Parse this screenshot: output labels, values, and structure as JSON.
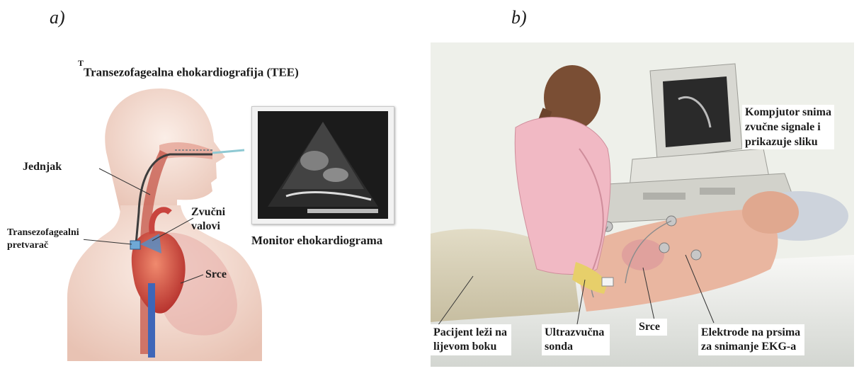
{
  "panels": {
    "a": {
      "letter": "a)",
      "title_superscript": "T",
      "title": "Transezofagealna ehokardiografija (TEE)",
      "labels": {
        "jednjak": "Jednjak",
        "zvucni_line1": "Zvučni",
        "zvucni_line2": "valovi",
        "pretvarac_line1": "Transezofagealni",
        "pretvarac_line2": "pretvarač",
        "srce": "Srce",
        "monitor": "Monitor ehokardiograma"
      }
    },
    "b": {
      "letter": "b)",
      "labels": {
        "kompjutor_line1": "Kompjutor snima",
        "kompjutor_line2": "zvučne signale i",
        "kompjutor_line3": "prikazuje sliku",
        "pacijent_line1": "Pacijent leži na",
        "pacijent_line2": "lijevom boku",
        "sonda_line1": "Ultrazvučna",
        "sonda_line2": "sonda",
        "srce": "Srce",
        "elektrode_line1": "Elektrode na prsima",
        "elektrode_line2": "za snimanje EKG-a"
      }
    }
  },
  "colors": {
    "skin_light": "#f3d9cc",
    "heart_red": "#c9443e",
    "lung_pink": "#e6a9a4",
    "shirt_pink": "#f1b9c4",
    "background_b": "#eef0ea",
    "monitor_gray": "#d8d8d2"
  }
}
